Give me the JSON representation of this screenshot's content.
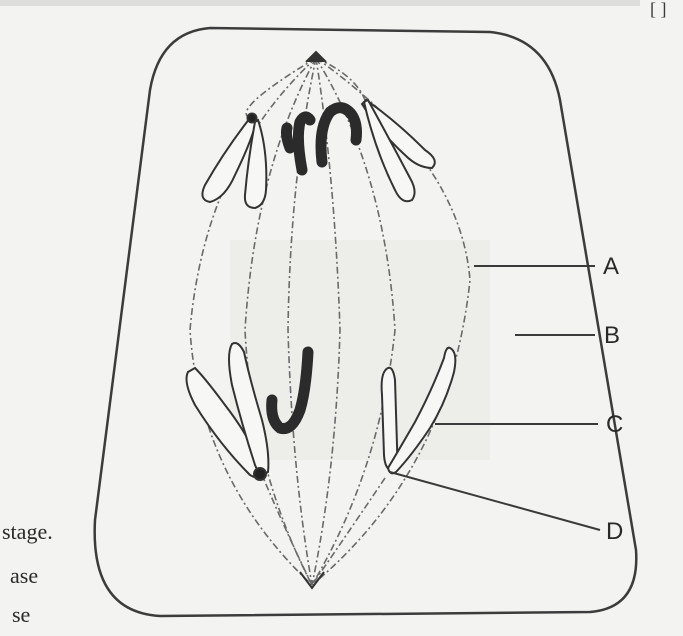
{
  "diagram": {
    "labels": {
      "A": "A",
      "B": "B",
      "C": "C",
      "D": "D"
    }
  },
  "cropped_text": {
    "line1": "stage.",
    "line2": "ase",
    "line3": "se",
    "corner": "[ ]"
  }
}
